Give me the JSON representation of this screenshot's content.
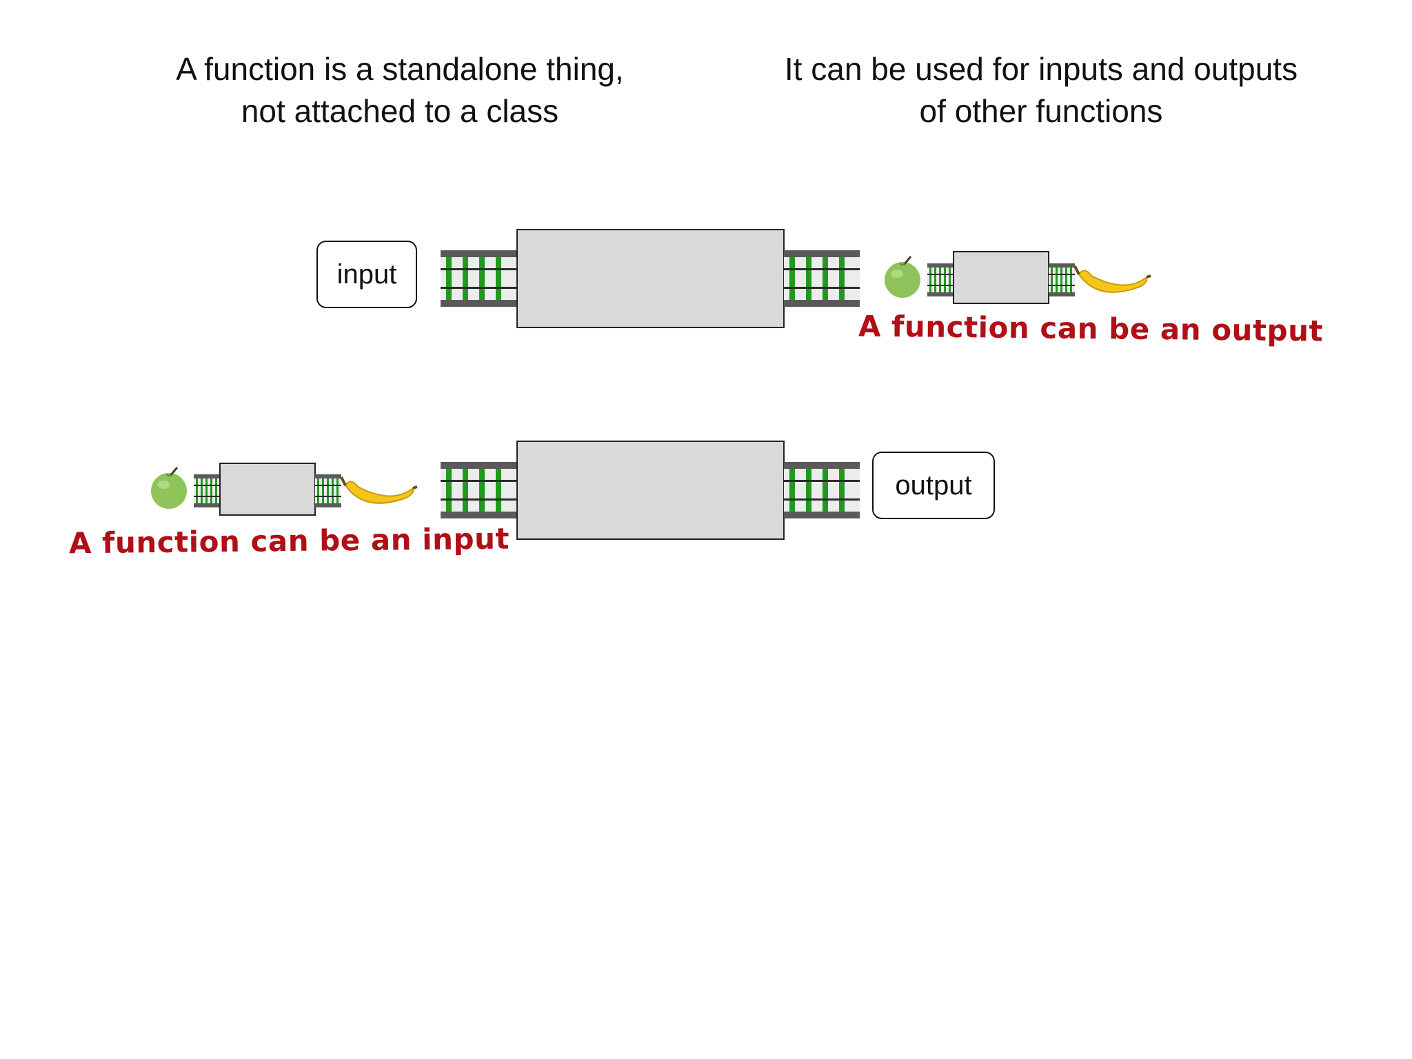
{
  "headings": {
    "left": [
      "A function is a standalone thing,",
      "not attached to a class"
    ],
    "right": [
      "It can be used for inputs and outputs",
      "of other functions"
    ]
  },
  "boxes": {
    "input": "input",
    "output": "output"
  },
  "annotations": {
    "output": "A function can be an output",
    "input": "A function can be an input"
  },
  "colors": {
    "annotation": "#b10f17",
    "rail_green": "#1f9a1f",
    "rail_grey": "#5a5a5a",
    "function_box_fill": "#d9d9d9"
  },
  "icons": {
    "apple": "apple-icon",
    "banana": "banana-icon"
  }
}
